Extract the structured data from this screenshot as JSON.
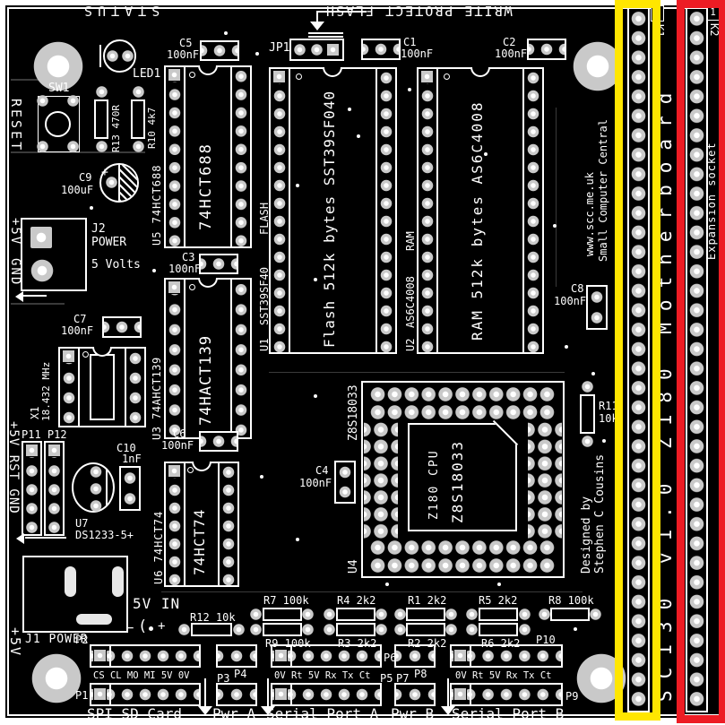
{
  "board": {
    "title": "SC130 v1.0 Z180 Motherboard",
    "website": "www.scc.me.uk",
    "maker": "Small Computer Central",
    "designed_by": "Designed by",
    "designer": "Stephen C Cousins",
    "colors": {
      "pcb": "#000000",
      "silkscreen": "#ffffff",
      "pad": "#c9c9c9",
      "highlight_k1": "#ffe600",
      "highlight_k2": "#ed1c24"
    }
  },
  "top_labels": {
    "status": "STATUS",
    "write_protect": "WRITE PROTECT FLASH"
  },
  "left_labels": {
    "reset": "RESET",
    "j2_plus5v": "+5V",
    "j2_gnd": "GND",
    "p11_rail": "+5V RST GND",
    "j1_plus5v": "+5V"
  },
  "switches": {
    "sw1": "SW1"
  },
  "leds": {
    "led1": "LED1"
  },
  "resistors": {
    "r13": "R13 470R",
    "r10": "R10 4k7",
    "r11_ref": "R11",
    "r11_val": "10k",
    "r12": "R12 10k",
    "r7": "R7 100k",
    "r9": "R9 100k",
    "r4": "R4 2k2",
    "r3": "R3 2k2",
    "r1": "R1 2k2",
    "r2": "R2 2k2",
    "r5": "R5 2k2",
    "r6": "R6 2k2",
    "r8": "R8 100k"
  },
  "capacitors": {
    "c1_ref": "C1",
    "c2_ref": "C2",
    "c3_ref": "C3",
    "c4_ref": "C4",
    "c5_ref": "C5",
    "c6_ref": "C6",
    "c7_ref": "C7",
    "c8_ref": "C8",
    "val_100nf": "100nF",
    "c9_ref": "C9",
    "c9_val": "100uF",
    "c9_plus": "+",
    "c10_ref": "C10",
    "c10_val": "1nF"
  },
  "ics": {
    "u5_label": "U5 74HCT688",
    "u5_inner": "74HCT688",
    "u3_label": "U3 74AHCT139",
    "u3_inner": "74HACT139",
    "u6_label": "U6 74HCT74",
    "u6_inner": "74HCT74",
    "u1_zone": "FLASH",
    "u1_part": "SST39SF40",
    "u1_ref": "U1",
    "u1_inner": "Flash 512k bytes SST39SF040",
    "u2_zone": "RAM",
    "u2_part": "AS6C4008",
    "u2_ref": "U2",
    "u2_inner": "RAM 512k bytes AS6C4008",
    "u4_side": "Z8S18033",
    "u4_ref": "U4",
    "u4_inner_cpu": "Z180 CPU",
    "u4_inner_part": "Z8S18033",
    "u7_ref": "U7",
    "u7_part": "DS1233-5+",
    "x1_ref": "X1",
    "x1_val": "18.432 MHz"
  },
  "jumpers": {
    "jp1": "JP1"
  },
  "power": {
    "j2_ref": "J2",
    "j2_name": "POWER",
    "j2_volts": "5 Volts",
    "j1_name": "J1 POWER",
    "five_v_in": "5V IN",
    "plus": "+",
    "minus": "−"
  },
  "connectors": {
    "p1": "P1",
    "p2": "P2",
    "p3": "P3",
    "p4": "P4",
    "p5": "P5",
    "p6": "P6",
    "p7": "P7",
    "p8": "P8",
    "p9": "P9",
    "p10": "P10",
    "p11_p12": "P11 P12",
    "spi_pins": "CS CL MO MI 5V 0V",
    "serial_pins": "0V Rt 5V Rx Tx Ct",
    "spi_caption": "SPI SD Card",
    "pwr_a": "Pwr A",
    "serial_a": "Serial Port A",
    "pwr_b": "Pwr B",
    "serial_b": "Serial Port B",
    "k1": "K1",
    "k2": "K2",
    "k1_pin1": "1",
    "k2_pin1": "1",
    "expansion": "Expansion socket"
  }
}
